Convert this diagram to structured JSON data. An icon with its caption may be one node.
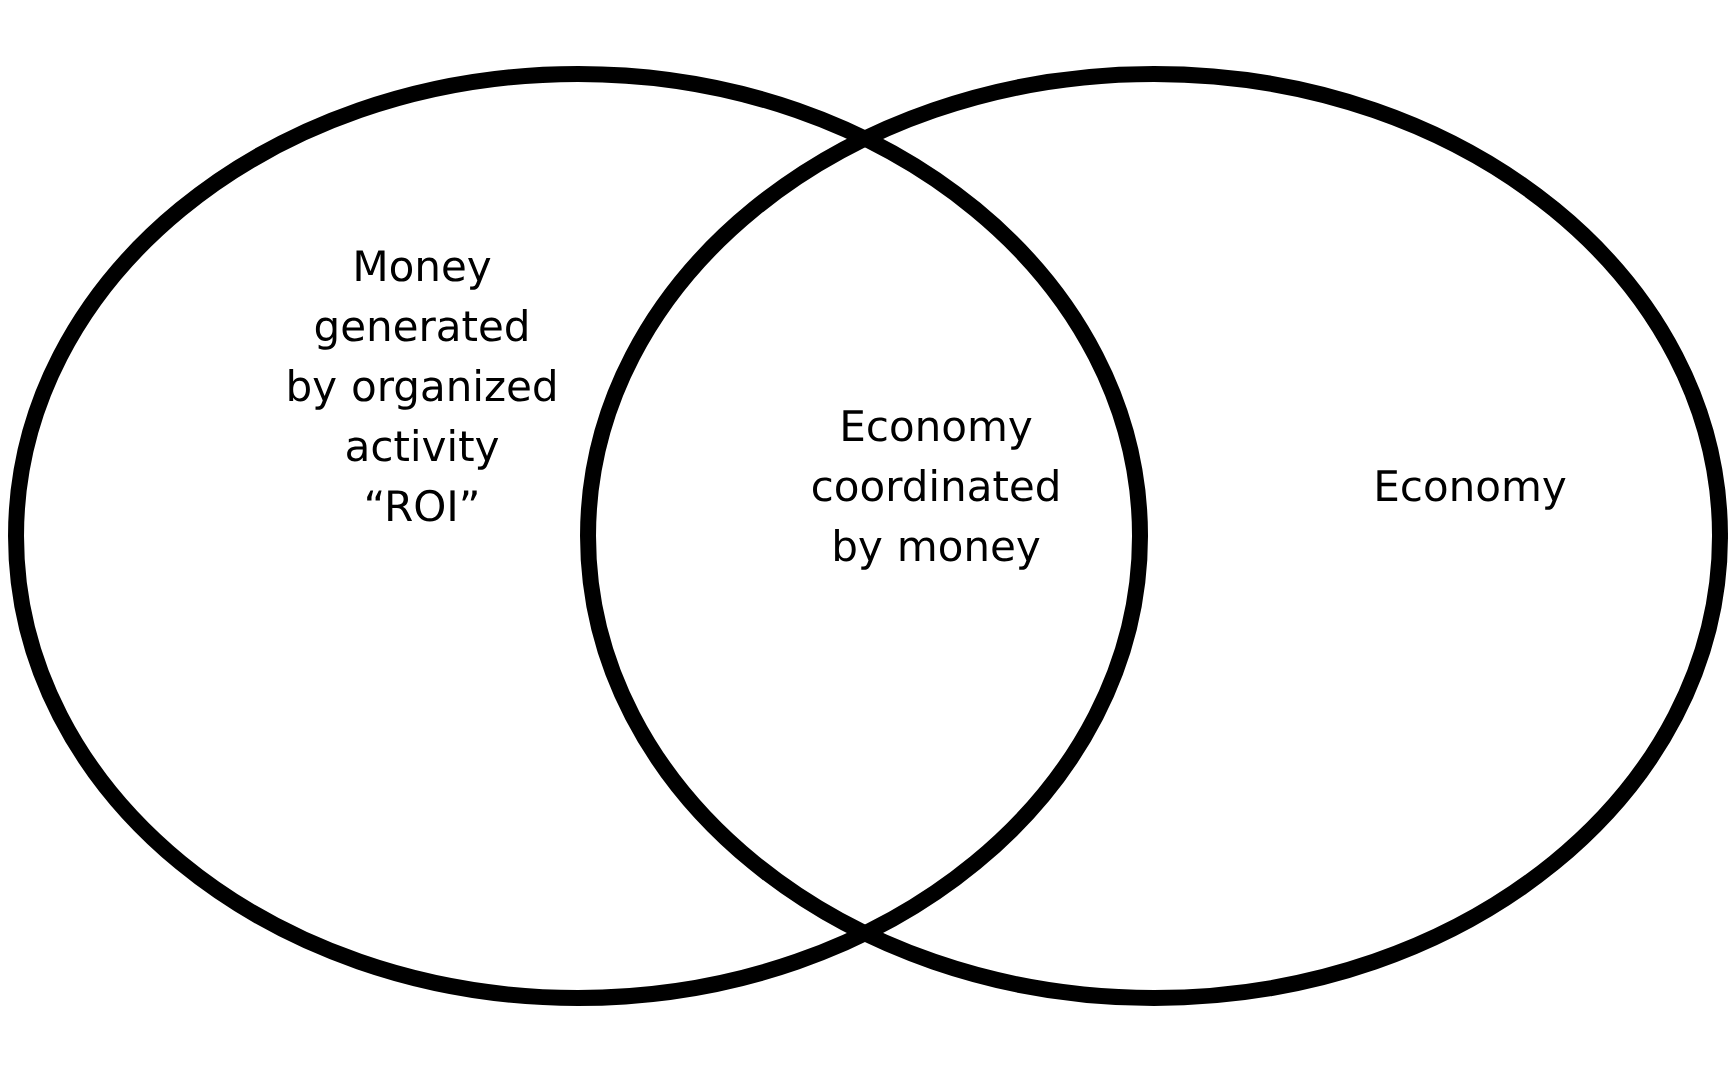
{
  "diagram": {
    "nodes": [
      {
        "text": [
          "Money generated by organized activity “ROI”"
        ]
      },
      {
        "text": [
          "Economy"
        ]
      }
    ],
    "labels": [
      "Economy coordinated by money"
    ]
  }
}
